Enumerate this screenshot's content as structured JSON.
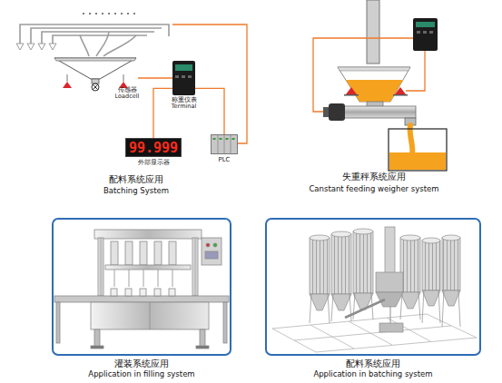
{
  "diagram": {
    "nodes": [
      {
        "text": [
          "传感器 Loadcell"
        ]
      },
      {
        "text": [
          "称重仪表 Terminal"
        ]
      },
      {
        "text": [
          "99.999",
          "外部显示器"
        ]
      },
      {
        "text": [
          "PLC"
        ]
      },
      {
        "text": [
          "灌装系统应用",
          "Application in filling system"
        ]
      },
      {
        "text": [
          "配料系统应用",
          "Application in batching system"
        ]
      }
    ],
    "edges": [
      {
        "from": 0,
        "to": 1,
        "arrow": "none"
      },
      {
        "from": 1,
        "to": 2,
        "arrow": "none"
      },
      {
        "from": 1,
        "to": 3,
        "arrow": "none"
      }
    ],
    "labels": [
      "配料系统应用",
      "Batching System",
      "失重秤系统应用",
      "Canstant feeding weigher system"
    ]
  }
}
